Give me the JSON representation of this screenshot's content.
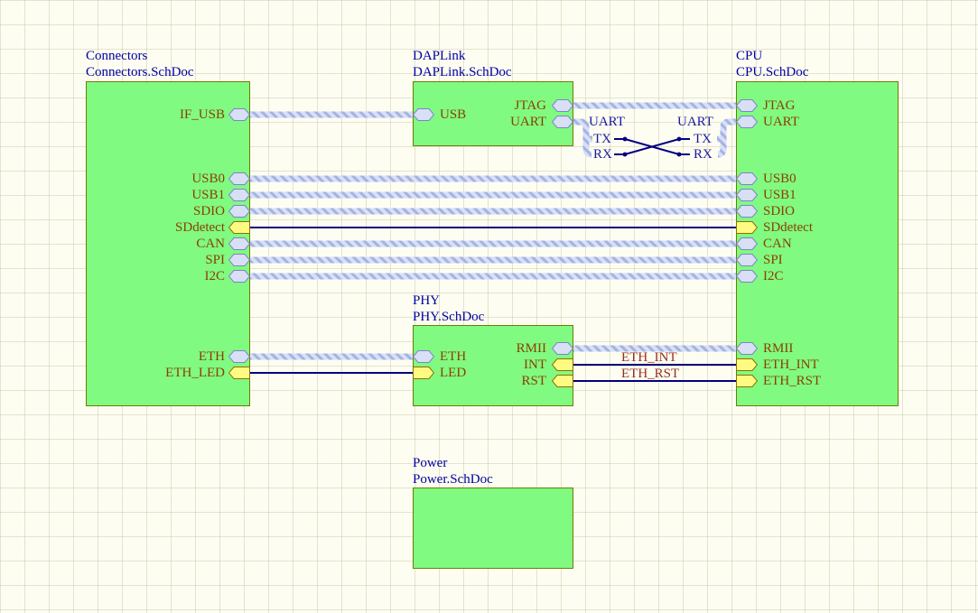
{
  "palette": {
    "background": "#FDFDF2",
    "sheet_fill": "#80FA80",
    "sheet_border": "#6E7D00",
    "bus_fill": "#D9E0F5",
    "bus_stripe": "#A3B3E6",
    "wire": "#000080",
    "bus_port_fill": "#D9DFF4",
    "bus_port_border": "#7B84CE",
    "io_port_fill": "#FFFB82",
    "io_port_border": "#8C7000",
    "title_text": "#0000A0",
    "entry_text": "#8B4000",
    "net_label_text": "#9B2D20"
  },
  "sheets": {
    "connectors": {
      "designator": "Connectors",
      "filename": "Connectors.SchDoc",
      "entries": {
        "if_usb": {
          "label": "IF_USB"
        },
        "usb0": {
          "label": "USB0"
        },
        "usb1": {
          "label": "USB1"
        },
        "sdio": {
          "label": "SDIO"
        },
        "sddetect": {
          "label": "SDdetect"
        },
        "can": {
          "label": "CAN"
        },
        "spi": {
          "label": "SPI"
        },
        "i2c": {
          "label": "I2C"
        },
        "eth": {
          "label": "ETH"
        },
        "eth_led": {
          "label": "ETH_LED"
        }
      }
    },
    "daplink": {
      "designator": "DAPLink",
      "filename": "DAPLink.SchDoc",
      "entries": {
        "usb": {
          "label": "USB"
        },
        "jtag": {
          "label": "JTAG"
        },
        "uart": {
          "label": "UART"
        }
      }
    },
    "cpu": {
      "designator": "CPU",
      "filename": "CPU.SchDoc",
      "entries": {
        "jtag": {
          "label": "JTAG"
        },
        "uart": {
          "label": "UART"
        },
        "usb0": {
          "label": "USB0"
        },
        "usb1": {
          "label": "USB1"
        },
        "sdio": {
          "label": "SDIO"
        },
        "sddetect": {
          "label": "SDdetect"
        },
        "can": {
          "label": "CAN"
        },
        "spi": {
          "label": "SPI"
        },
        "i2c": {
          "label": "I2C"
        },
        "rmii": {
          "label": "RMII"
        },
        "eth_int": {
          "label": "ETH_INT"
        },
        "eth_rst": {
          "label": "ETH_RST"
        }
      }
    },
    "phy": {
      "designator": "PHY",
      "filename": "PHY.SchDoc",
      "entries": {
        "eth": {
          "label": "ETH"
        },
        "led": {
          "label": "LED"
        },
        "rmii": {
          "label": "RMII"
        },
        "int": {
          "label": "INT"
        },
        "rst": {
          "label": "RST"
        }
      }
    },
    "power": {
      "designator": "Power",
      "filename": "Power.SchDoc"
    }
  },
  "net_labels": {
    "eth_int": "ETH_INT",
    "eth_rst": "ETH_RST"
  },
  "uart_crossover": {
    "left_bus": "UART",
    "right_bus": "UART",
    "left_tx": "TX",
    "left_rx": "RX",
    "right_tx": "TX",
    "right_rx": "RX"
  }
}
